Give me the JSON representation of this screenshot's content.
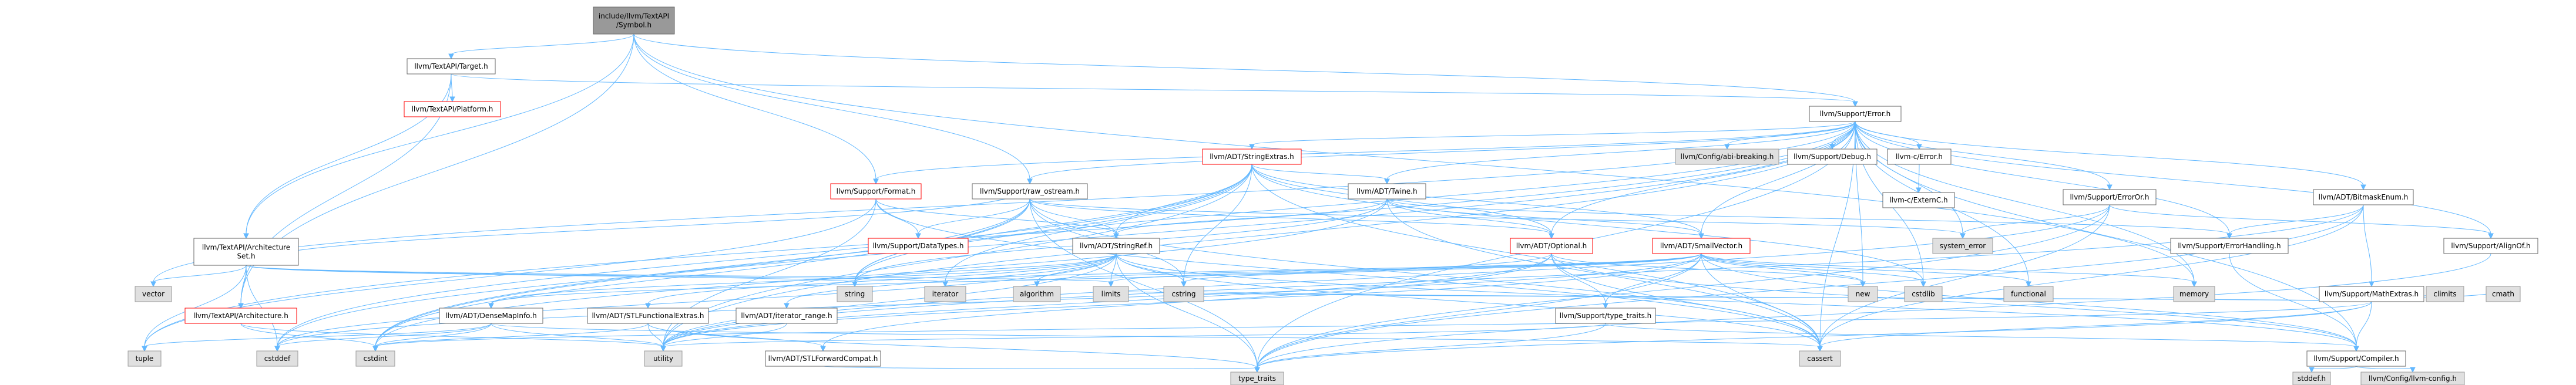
{
  "colors": {
    "edge": "#63b8ff",
    "root_fill": "#999999",
    "root_stroke": "#666666",
    "normal_fill": "#ffffff",
    "normal_stroke": "#666666",
    "link_text": "#000000",
    "missing_text": "#ff0000",
    "missing_stroke": "#ff0000",
    "system_fill": "#e0e0e0",
    "system_stroke": "#999999"
  },
  "nodes": [
    {
      "id": "root",
      "lines": [
        "include/llvm/TextAPI",
        "/Symbol.h"
      ],
      "style": "root"
    },
    {
      "id": "target",
      "lines": [
        "llvm/TextAPI/Target.h"
      ],
      "style": "normal"
    },
    {
      "id": "platform",
      "lines": [
        "llvm/TextAPI/Platform.h"
      ],
      "style": "missing"
    },
    {
      "id": "error",
      "lines": [
        "llvm/Support/Error.h"
      ],
      "style": "normal"
    },
    {
      "id": "archset",
      "lines": [
        "llvm/TextAPI/Architecture",
        "Set.h"
      ],
      "style": "normal"
    },
    {
      "id": "arch",
      "lines": [
        "llvm/TextAPI/Architecture.h"
      ],
      "style": "missing"
    },
    {
      "id": "stringextras",
      "lines": [
        "llvm/ADT/StringExtras.h"
      ],
      "style": "missing"
    },
    {
      "id": "format",
      "lines": [
        "llvm/Support/Format.h"
      ],
      "style": "missing"
    },
    {
      "id": "rawostream",
      "lines": [
        "llvm/Support/raw_ostream.h"
      ],
      "style": "normal"
    },
    {
      "id": "twine",
      "lines": [
        "llvm/ADT/Twine.h"
      ],
      "style": "normal"
    },
    {
      "id": "abibreaking",
      "lines": [
        "llvm/Config/abi-breaking.h"
      ],
      "style": "system"
    },
    {
      "id": "debug",
      "lines": [
        "llvm/Support/Debug.h"
      ],
      "style": "normal"
    },
    {
      "id": "cerror",
      "lines": [
        "llvm-c/Error.h"
      ],
      "style": "normal"
    },
    {
      "id": "externc",
      "lines": [
        "llvm-c/ExternC.h"
      ],
      "style": "normal"
    },
    {
      "id": "bitmaskenum",
      "lines": [
        "llvm/ADT/BitmaskEnum.h"
      ],
      "style": "normal"
    },
    {
      "id": "erroror",
      "lines": [
        "llvm/Support/ErrorOr.h"
      ],
      "style": "normal"
    },
    {
      "id": "smallvector",
      "lines": [
        "llvm/ADT/SmallVector.h"
      ],
      "style": "missing"
    },
    {
      "id": "optional",
      "lines": [
        "llvm/ADT/Optional.h"
      ],
      "style": "missing"
    },
    {
      "id": "datatypes",
      "lines": [
        "llvm/Support/DataTypes.h"
      ],
      "style": "missing"
    },
    {
      "id": "stringref",
      "lines": [
        "llvm/ADT/StringRef.h"
      ],
      "style": "normal"
    },
    {
      "id": "systemerror",
      "lines": [
        "system_error"
      ],
      "style": "system"
    },
    {
      "id": "errorhandling",
      "lines": [
        "llvm/Support/ErrorHandling.h"
      ],
      "style": "normal"
    },
    {
      "id": "alignof",
      "lines": [
        "llvm/Support/AlignOf.h"
      ],
      "style": "normal"
    },
    {
      "id": "mathextras",
      "lines": [
        "llvm/Support/MathExtras.h"
      ],
      "style": "normal"
    },
    {
      "id": "densemapinfo",
      "lines": [
        "llvm/ADT/DenseMapInfo.h"
      ],
      "style": "normal"
    },
    {
      "id": "stlfunctional",
      "lines": [
        "llvm/ADT/STLFunctionalExtras.h"
      ],
      "style": "normal"
    },
    {
      "id": "iteratorrange",
      "lines": [
        "llvm/ADT/iterator_range.h"
      ],
      "style": "normal"
    },
    {
      "id": "typetraits",
      "lines": [
        "llvm/Support/type_traits.h"
      ],
      "style": "normal"
    },
    {
      "id": "stlforward",
      "lines": [
        "llvm/ADT/STLForwardCompat.h"
      ],
      "style": "normal"
    },
    {
      "id": "compiler",
      "lines": [
        "llvm/Support/Compiler.h"
      ],
      "style": "normal"
    },
    {
      "id": "llvmconfig",
      "lines": [
        "llvm/Config/llvm-config.h"
      ],
      "style": "system"
    },
    {
      "id": "stddef",
      "lines": [
        "stddef.h"
      ],
      "style": "system"
    },
    {
      "id": "vector",
      "lines": [
        "vector"
      ],
      "style": "system"
    },
    {
      "id": "string",
      "lines": [
        "string"
      ],
      "style": "system"
    },
    {
      "id": "iterator",
      "lines": [
        "iterator"
      ],
      "style": "system"
    },
    {
      "id": "algorithm",
      "lines": [
        "algorithm"
      ],
      "style": "system"
    },
    {
      "id": "limits",
      "lines": [
        "limits"
      ],
      "style": "system"
    },
    {
      "id": "cstring",
      "lines": [
        "cstring"
      ],
      "style": "system"
    },
    {
      "id": "new",
      "lines": [
        "new"
      ],
      "style": "system"
    },
    {
      "id": "cstdlib",
      "lines": [
        "cstdlib"
      ],
      "style": "system"
    },
    {
      "id": "functional",
      "lines": [
        "functional"
      ],
      "style": "system"
    },
    {
      "id": "memory",
      "lines": [
        "memory"
      ],
      "style": "system"
    },
    {
      "id": "climits",
      "lines": [
        "climits"
      ],
      "style": "system"
    },
    {
      "id": "cmath",
      "lines": [
        "cmath"
      ],
      "style": "system"
    },
    {
      "id": "tuple",
      "lines": [
        "tuple"
      ],
      "style": "system"
    },
    {
      "id": "cstddef",
      "lines": [
        "cstddef"
      ],
      "style": "system"
    },
    {
      "id": "cstdint",
      "lines": [
        "cstdint"
      ],
      "style": "system"
    },
    {
      "id": "utility",
      "lines": [
        "utility"
      ],
      "style": "system"
    },
    {
      "id": "cassert",
      "lines": [
        "cassert"
      ],
      "style": "system"
    },
    {
      "id": "typetraits_std",
      "lines": [
        "type_traits"
      ],
      "style": "system"
    }
  ],
  "edges": [
    [
      "root",
      "target"
    ],
    [
      "root",
      "archset"
    ],
    [
      "root",
      "error"
    ],
    [
      "root",
      "rawostream"
    ],
    [
      "root",
      "format"
    ],
    [
      "root",
      "arch"
    ],
    [
      "root",
      "memory"
    ],
    [
      "target",
      "platform"
    ],
    [
      "target",
      "error"
    ],
    [
      "target",
      "archset"
    ],
    [
      "target",
      "arch"
    ],
    [
      "error",
      "stringextras"
    ],
    [
      "error",
      "twine"
    ],
    [
      "error",
      "abibreaking"
    ],
    [
      "error",
      "debug"
    ],
    [
      "error",
      "cerror"
    ],
    [
      "error",
      "bitmaskenum"
    ],
    [
      "error",
      "erroror"
    ],
    [
      "error",
      "smallvector"
    ],
    [
      "error",
      "optional"
    ],
    [
      "error",
      "format"
    ],
    [
      "error",
      "rawostream"
    ],
    [
      "error",
      "systemerror"
    ],
    [
      "error",
      "errorhandling"
    ],
    [
      "error",
      "alignof"
    ],
    [
      "error",
      "compiler"
    ],
    [
      "error",
      "cassert"
    ],
    [
      "error",
      "cstdint"
    ],
    [
      "error",
      "cstdlib"
    ],
    [
      "error",
      "functional"
    ],
    [
      "error",
      "memory"
    ],
    [
      "error",
      "new"
    ],
    [
      "error",
      "string"
    ],
    [
      "error",
      "typetraits_std"
    ],
    [
      "error",
      "utility"
    ],
    [
      "error",
      "vector"
    ],
    [
      "error",
      "tuple"
    ],
    [
      "cerror",
      "externc"
    ],
    [
      "archset",
      "arch"
    ],
    [
      "archset",
      "vector"
    ],
    [
      "archset",
      "string"
    ],
    [
      "archset",
      "iterator"
    ],
    [
      "archset",
      "limits"
    ],
    [
      "archset",
      "cstddef"
    ],
    [
      "archset",
      "tuple"
    ],
    [
      "archset",
      "rawostream"
    ],
    [
      "arch",
      "cstdint"
    ],
    [
      "arch",
      "utility"
    ],
    [
      "stringextras",
      "stringref"
    ],
    [
      "stringextras",
      "twine"
    ],
    [
      "stringextras",
      "smallvector"
    ],
    [
      "stringextras",
      "optional"
    ],
    [
      "stringextras",
      "cstring"
    ],
    [
      "stringextras",
      "iterator"
    ],
    [
      "stringextras",
      "cstddef"
    ],
    [
      "stringextras",
      "cstdint"
    ],
    [
      "stringextras",
      "string"
    ],
    [
      "stringextras",
      "utility"
    ],
    [
      "stringextras",
      "cassert"
    ],
    [
      "stringextras",
      "cstdlib"
    ],
    [
      "format",
      "stringref"
    ],
    [
      "format",
      "datatypes"
    ],
    [
      "format",
      "cassert"
    ],
    [
      "format",
      "cstdio"
    ],
    [
      "format",
      "tuple"
    ],
    [
      "format",
      "utility"
    ],
    [
      "rawostream",
      "stringref"
    ],
    [
      "rawostream",
      "datatypes"
    ],
    [
      "rawostream",
      "cassert"
    ],
    [
      "rawostream",
      "cstddef"
    ],
    [
      "rawostream",
      "cstdint"
    ],
    [
      "rawostream",
      "cstring"
    ],
    [
      "rawostream",
      "string"
    ],
    [
      "rawostream",
      "optional"
    ],
    [
      "rawostream",
      "systemerror"
    ],
    [
      "rawostream",
      "typetraits_std"
    ],
    [
      "twine",
      "smallvector"
    ],
    [
      "twine",
      "stringref"
    ],
    [
      "twine",
      "errorhandling"
    ],
    [
      "twine",
      "cassert"
    ],
    [
      "twine",
      "cstdint"
    ],
    [
      "twine",
      "string"
    ],
    [
      "twine",
      "optional"
    ],
    [
      "bitmaskenum",
      "mathextras"
    ],
    [
      "bitmaskenum",
      "errorhandling"
    ],
    [
      "bitmaskenum",
      "cassert"
    ],
    [
      "bitmaskenum",
      "typetraits_std"
    ],
    [
      "bitmaskenum",
      "utility"
    ],
    [
      "erroror",
      "alignof"
    ],
    [
      "erroror",
      "cassert"
    ],
    [
      "erroror",
      "systemerror"
    ],
    [
      "erroror",
      "typetraits_std"
    ],
    [
      "erroror",
      "utility"
    ],
    [
      "smallvector",
      "compiler"
    ],
    [
      "smallvector",
      "typetraits"
    ],
    [
      "smallvector",
      "algorithm"
    ],
    [
      "smallvector",
      "cassert"
    ],
    [
      "smallvector",
      "cstddef"
    ],
    [
      "smallvector",
      "cstdlib"
    ],
    [
      "smallvector",
      "cstring"
    ],
    [
      "smallvector",
      "functional"
    ],
    [
      "smallvector",
      "iterator"
    ],
    [
      "smallvector",
      "limits"
    ],
    [
      "smallvector",
      "memory"
    ],
    [
      "smallvector",
      "new"
    ],
    [
      "smallvector",
      "typetraits_std"
    ],
    [
      "smallvector",
      "utility"
    ],
    [
      "optional",
      "densemapinfo"
    ],
    [
      "optional",
      "stlforward"
    ],
    [
      "optional",
      "compiler"
    ],
    [
      "optional",
      "typetraits"
    ],
    [
      "optional",
      "cassert"
    ],
    [
      "optional",
      "new"
    ],
    [
      "optional",
      "utility"
    ],
    [
      "stringref",
      "densemapinfo"
    ],
    [
      "stringref",
      "stlfunctional"
    ],
    [
      "stringref",
      "iteratorrange"
    ],
    [
      "stringref",
      "compiler"
    ],
    [
      "stringref",
      "algorithm"
    ],
    [
      "stringref",
      "cassert"
    ],
    [
      "stringref",
      "cstddef"
    ],
    [
      "stringref",
      "cstring"
    ],
    [
      "stringref",
      "limits"
    ],
    [
      "stringref",
      "string"
    ],
    [
      "stringref",
      "typetraits_std"
    ],
    [
      "stringref",
      "utility"
    ],
    [
      "errorhandling",
      "compiler"
    ],
    [
      "alignof",
      "typetraits_std"
    ],
    [
      "mathextras",
      "compiler"
    ],
    [
      "mathextras",
      "cassert"
    ],
    [
      "mathextras",
      "climits"
    ],
    [
      "mathextras",
      "cmath"
    ],
    [
      "mathextras",
      "cstdint"
    ],
    [
      "mathextras",
      "cstring"
    ],
    [
      "mathextras",
      "limits"
    ],
    [
      "mathextras",
      "typetraits_std"
    ],
    [
      "densemapinfo",
      "cassert"
    ],
    [
      "densemapinfo",
      "cstddef"
    ],
    [
      "densemapinfo",
      "cstdint"
    ],
    [
      "densemapinfo",
      "tuple"
    ],
    [
      "densemapinfo",
      "utility"
    ],
    [
      "stlfunctional",
      "stlforward"
    ],
    [
      "stlfunctional",
      "cstdint"
    ],
    [
      "stlfunctional",
      "typetraits_std"
    ],
    [
      "stlfunctional",
      "utility"
    ],
    [
      "iteratorrange",
      "utility"
    ],
    [
      "typetraits",
      "compiler"
    ],
    [
      "typetraits",
      "typetraits_std"
    ],
    [
      "typetraits",
      "utility"
    ],
    [
      "stlforward",
      "typetraits_std"
    ],
    [
      "compiler",
      "llvmconfig"
    ],
    [
      "compiler",
      "stddef"
    ]
  ]
}
